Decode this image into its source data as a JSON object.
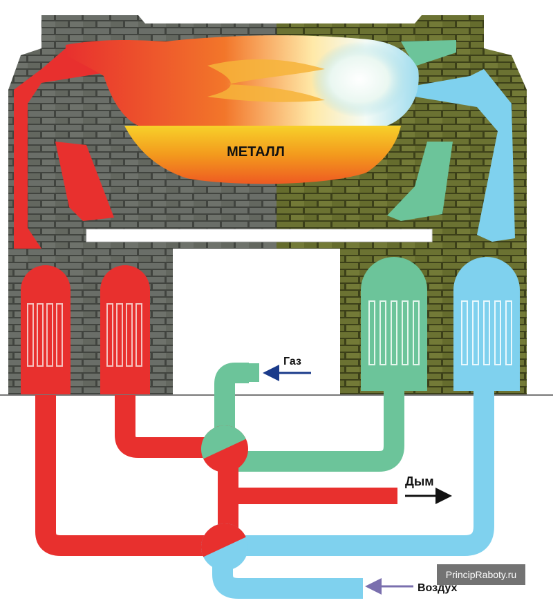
{
  "labels": {
    "metal": "МЕТАЛЛ",
    "gas": "Газ",
    "smoke": "Дым",
    "air": "Воздух"
  },
  "watermark": "PrincipRaboty.ru",
  "colors": {
    "hot": "#e8302e",
    "gas_green": "#6cc49a",
    "air_blue": "#7fd1ee",
    "brick_grey": "#5b5f5a",
    "brick_olive": "#5a5f2c",
    "metal_yellow": "#f2b51f",
    "arrow": "#1a3a8a"
  }
}
